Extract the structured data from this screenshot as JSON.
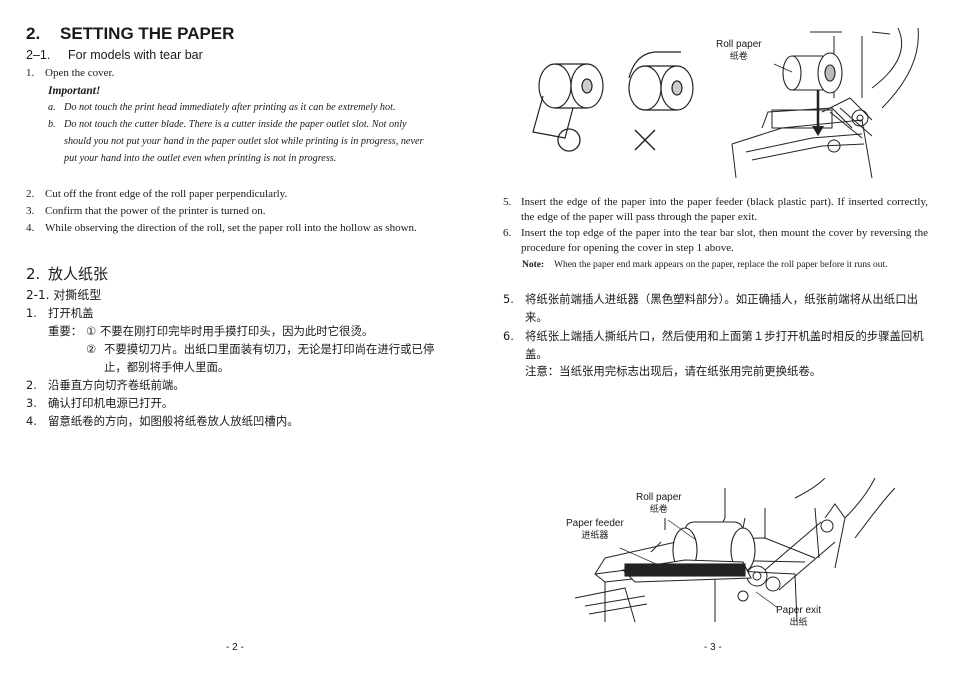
{
  "left_page": {
    "heading": {
      "number": "2.",
      "title": "SETTING THE PAPER"
    },
    "subheading": {
      "number": "2–1.",
      "title": "For models with tear bar"
    },
    "steps_en": [
      {
        "n": "1.",
        "text": "Open the cover."
      },
      {
        "n": "2.",
        "text": "Cut off the front edge of the roll paper perpendicularly."
      },
      {
        "n": "3.",
        "text": "Confirm that the power of the printer is turned on."
      },
      {
        "n": "4.",
        "text": "While observing the direction of the roll, set the paper roll into the hollow as shown."
      }
    ],
    "important_label": "Important!",
    "important_items": [
      {
        "n": "a.",
        "text": "Do not touch the print head immediately after printing as it can be extremely hot."
      },
      {
        "n": "b.",
        "text": "Do not touch the cutter blade. There is a cutter inside the paper outlet slot. Not only should you not put your hand in the paper outlet slot while printing is in progress, never put your hand into the outlet even when printing is not in progress."
      }
    ],
    "cn_heading": {
      "number": "2.",
      "title": "放人纸张"
    },
    "cn_subheading": "2-1. 对撕纸型",
    "cn_steps": [
      {
        "n": "1.",
        "text": "打开机盖"
      },
      {
        "n": "2.",
        "text": "沿垂直方向切齐卷纸前端。"
      },
      {
        "n": "3.",
        "text": "确认打印机电源已打开。"
      },
      {
        "n": "4.",
        "text": "留意纸卷的方向，如图般将纸卷放人放纸凹槽内。"
      }
    ],
    "cn_important_label": "重要：",
    "cn_important_items": [
      {
        "n": "①",
        "text": "不要在刚打印完毕时用手摸打印头，因为此时它很烫。"
      },
      {
        "n": "②",
        "text": "不要摸切刀片。出纸口里面装有切刀，无论是打印尚在进行或已停止，都别将手伸人里面。"
      }
    ],
    "page_number": "- 2 -"
  },
  "right_page": {
    "figure_top": {
      "roll_paper_en": "Roll paper",
      "roll_paper_cn": "纸卷"
    },
    "steps_en": [
      {
        "n": "5.",
        "text": "Insert the edge of the paper into the paper feeder (black plastic part). If inserted correctly, the edge of the paper will pass through the paper exit."
      },
      {
        "n": "6.",
        "text": "Insert the top edge of the paper into the tear bar slot, then mount the cover by reversing the procedure for opening the cover in step 1 above."
      }
    ],
    "note_label": "Note:",
    "note_text": "When the paper end mark appears on the paper, replace the roll paper before it runs out.",
    "cn_steps": [
      {
        "n": "5.",
        "text": "将纸张前端插人进纸器（黑色塑料部分）。如正确插人，纸张前端将从出纸口出来。"
      },
      {
        "n": "6.",
        "text": "将纸张上端插人撕纸片口，然后使用和上面第１步打开机盖时相反的步骤盖回机盖。"
      }
    ],
    "cn_note": "注意：当纸张用完标志出现后，请在纸张用完前更换纸卷。",
    "figure_bottom": {
      "roll_paper_en": "Roll paper",
      "roll_paper_cn": "纸卷",
      "paper_feeder_en": "Paper feeder",
      "paper_feeder_cn": "进纸器",
      "paper_exit_en": "Paper exit",
      "paper_exit_cn": "出纸"
    },
    "page_number": "- 3 -"
  }
}
